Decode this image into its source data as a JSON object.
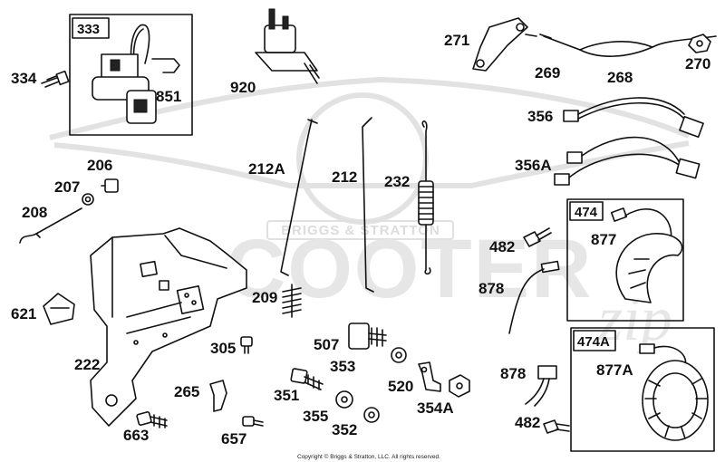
{
  "watermark": {
    "brand": "BRIGGS & STRATTON",
    "name": "SCOOTER",
    "suffix": "zip"
  },
  "copyright": "Copyright © Briggs & Stratton, LLC. All rights reserved.",
  "boxes": {
    "b333": "333",
    "b474": "474",
    "b474a": "474A"
  },
  "labels": {
    "p334": "334",
    "p851": "851",
    "p920": "920",
    "p271": "271",
    "p269": "269",
    "p268": "268",
    "p270": "270",
    "p356": "356",
    "p356a": "356A",
    "p206": "206",
    "p207": "207",
    "p208": "208",
    "p212a": "212A",
    "p212": "212",
    "p232": "232",
    "p482a": "482",
    "p877": "877",
    "p878a": "878",
    "p621": "621",
    "p209": "209",
    "p222": "222",
    "p305": "305",
    "p507": "507",
    "p353": "353",
    "p878b": "878",
    "p877a": "877A",
    "p265": "265",
    "p351": "351",
    "p520": "520",
    "p355": "355",
    "p352": "352",
    "p354a": "354A",
    "p663": "663",
    "p657": "657",
    "p482b": "482"
  }
}
